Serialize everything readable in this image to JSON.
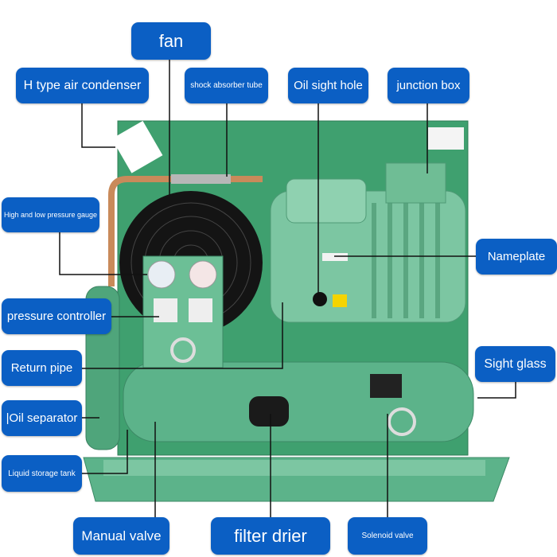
{
  "labels": {
    "fan": "fan",
    "h_type_air_condenser": "H type air condenser",
    "shock_absorber_tube": "shock absorber tube",
    "oil_sight_hole": "Oil sight hole",
    "junction_box": "junction box",
    "pressure_gauge": "High and low pressure gauge",
    "nameplate": "Nameplate",
    "pressure_controller": "pressure controller",
    "return_pipe": "Return pipe",
    "sight_glass": "Sight glass",
    "oil_separator": "|Oil separator",
    "liquid_storage_tank": "Liquid storage tank",
    "manual_valve": "Manual valve",
    "filter_drier": "filter drier",
    "solenoid_valve": "Solenoid valve"
  },
  "colors": {
    "label_bg": "#0b5fc4",
    "machine_green": "#4fae84",
    "copper": "#c98a5a"
  }
}
